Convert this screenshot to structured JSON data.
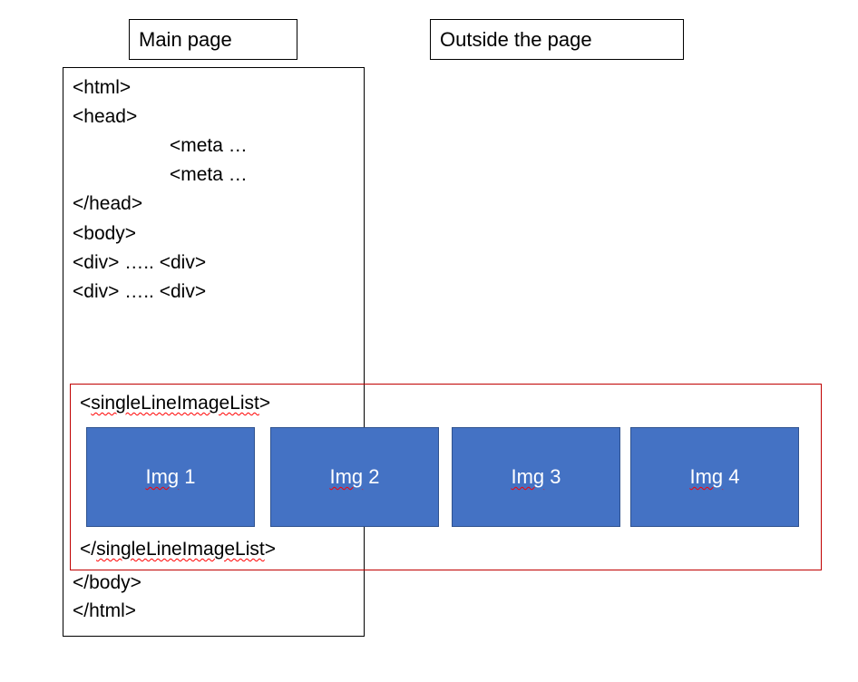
{
  "labels": {
    "main_page": "Main page",
    "outside_page": "Outside the page"
  },
  "code": {
    "html_open": "<html>",
    "head_open": "<head>",
    "meta_1": "<meta …",
    "meta_2": "<meta …",
    "head_close": "</head>",
    "body_open": "<body>",
    "div_1": "<div> ….. <div>",
    "div_2": "<div> ….. <div>",
    "body_close": "</body>",
    "html_close": "</html>"
  },
  "list": {
    "open_lt": "<",
    "open_name": "singleLineImageList",
    "open_gt": ">",
    "close_lt": "</",
    "close_name": "singleLineImageList",
    "close_gt": ">"
  },
  "images": [
    {
      "prefix": "Img",
      "number": "1"
    },
    {
      "prefix": "Img",
      "number": "2"
    },
    {
      "prefix": "Img",
      "number": "3"
    },
    {
      "prefix": "Img",
      "number": "4"
    }
  ],
  "colors": {
    "tile_fill": "#4472c4",
    "tile_border": "#2f528f",
    "list_border": "#c00000"
  }
}
